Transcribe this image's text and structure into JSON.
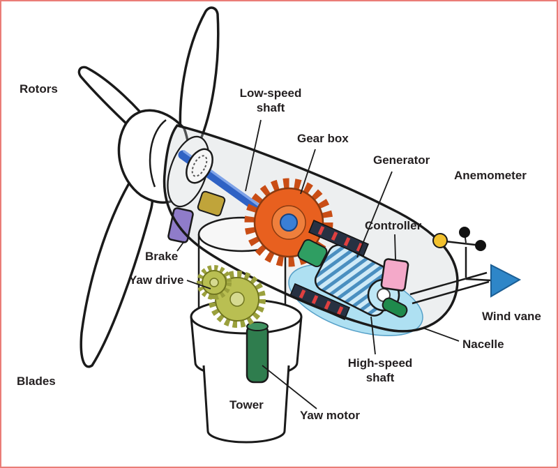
{
  "labels": {
    "rotors": "Rotors",
    "low_speed_shaft": "Low-speed\nshaft",
    "gear_box": "Gear box",
    "generator": "Generator",
    "anemometer": "Anemometer",
    "controller": "Controller",
    "brake": "Brake",
    "yaw_drive": "Yaw drive",
    "wind_vane": "Wind vane",
    "nacelle": "Nacelle",
    "blades": "Blades",
    "high_speed_shaft": "High-speed\nshaft",
    "tower": "Tower",
    "yaw_motor": "Yaw motor"
  },
  "colors": {
    "low_speed_shaft_blue": "#2f62c4",
    "gear_box_orange": "#e8601f",
    "gear_hub_blue": "#3a7fd6",
    "generator_body_blue": "#cfeaf7",
    "generator_stripe_blue": "#4a8fc0",
    "high_speed_shaft_green": "#1f8a4c",
    "controller_pink": "#f4a9c9",
    "brake_purple": "#8f7cc9",
    "yaw_gear_olive": "#b9bf52",
    "yaw_motor_green": "#2f7d4e",
    "anemometer_yellow": "#f2c12e",
    "wind_vane_blue": "#2e86c8",
    "nacelle_floor_blue": "#aee0f2",
    "vent_red": "#e04040"
  }
}
